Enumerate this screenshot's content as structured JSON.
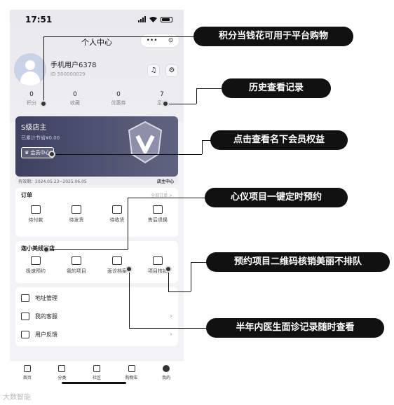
{
  "status": {
    "time": "17:51"
  },
  "nav": {
    "title": "个人中心",
    "menu": "•••",
    "target": "⊙"
  },
  "user": {
    "name": "手机用户6378",
    "id": "ID 500000029"
  },
  "stats": [
    {
      "num": "0",
      "label": "积分"
    },
    {
      "num": "0",
      "label": "收藏"
    },
    {
      "num": "0",
      "label": "优惠券"
    },
    {
      "num": "7",
      "label": "足迹"
    }
  ],
  "vip": {
    "level": "S级店主",
    "saved": "已累计节省¥0.00",
    "member_center": "会员中心",
    "validity": "有效期：2024.05.23~2025.06.05",
    "shop_center": "店主中心"
  },
  "orders": {
    "title": "订单",
    "all": "全部订单 >",
    "items": [
      "待付款",
      "待发货",
      "待收货",
      "售后退换"
    ]
  },
  "offline": {
    "title": "迦小美线下店",
    "items": [
      "极速预约",
      "我的项目",
      "面诊档案",
      "项目核销"
    ]
  },
  "list": [
    {
      "label": "地址管理"
    },
    {
      "label": "我的客服"
    },
    {
      "label": "用户反馈"
    }
  ],
  "tabs": [
    "首页",
    "分类",
    "社区",
    "购物车",
    "我的"
  ],
  "watermark": "大数智能",
  "callouts": {
    "c1": "积分当钱花可用于平台购物",
    "c2": "历史查看记录",
    "c3": "点击查看名下会员权益",
    "c4": "心仪项目一键定时预约",
    "c5": "预约项目二维码核销美丽不排队",
    "c6": "半年内医生面诊记录随时查看"
  }
}
